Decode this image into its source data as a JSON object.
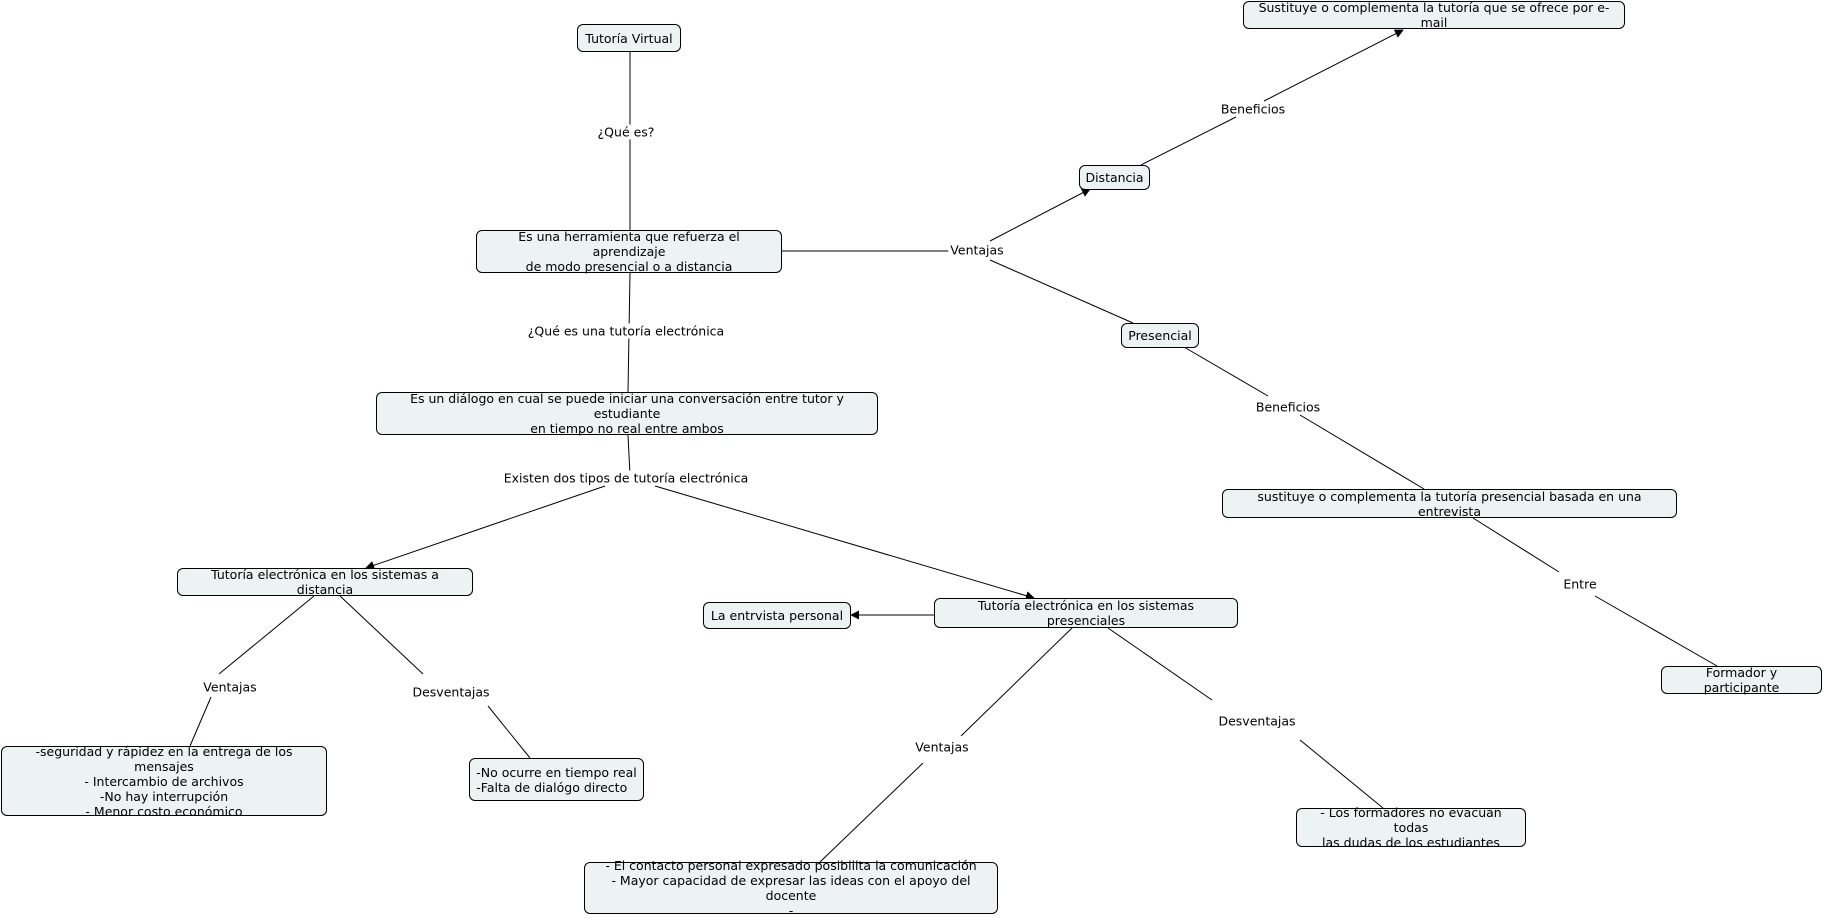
{
  "nodes": {
    "tutoria_virtual": "Tutoría Virtual",
    "herramienta": "Es una herramienta que refuerza el aprendizaje\nde modo presencial o a distancia",
    "dialogo": "Es un diálogo en cual se puede iniciar una conversación entre tutor y estudiante\nen tiempo no real entre ambos",
    "sistemas_distancia": "Tutoría electrónica en los sistemas a distancia",
    "sistemas_presenciales": "Tutoría electrónica en los sistemas presenciales",
    "entrevista_personal": "La entrvista personal",
    "ventajas_distancia": "-seguridad y rápidez en la entrega de los mensajes\n- Intercambio de archivos\n-No hay interrupción\n- Menor costo económico",
    "desventajas_distancia": "-No ocurre en tiempo real\n-Falta de dialógo directo",
    "ventajas_presencial": "- El contacto personal expresado posibilita la comunicación\n- Mayor capacidad de expresar las ideas con el apoyo del docente\n-",
    "desventajas_presencial": "- Los formadores no evacuan todas\nlas dudas de los estudiantes",
    "distancia": "Distancia",
    "presencial": "Presencial",
    "sustituye_email": "Sustituye o complementa la tutoría que se ofrece por e-mail",
    "sustituye_presencial": "sustituye o complementa la tutoría presencial basada en una entrevista",
    "formador": "Formador y participante"
  },
  "links": {
    "que_es": "¿Qué es?",
    "que_es_tutoria": "¿Qué es una tutoría electrónica",
    "existen_dos": "Existen dos tipos de tutoría electrónica",
    "ventajas_main": "Ventajas",
    "beneficios_distancia": "Beneficios",
    "beneficios_presencial": "Beneficios",
    "entre": "Entre",
    "ventajas_dist": "Ventajas",
    "desventajas_dist": "Desventajas",
    "ventajas_pres": "Ventajas",
    "desventajas_pres": "Desventajas"
  },
  "colors": {
    "node_fill": "#edf3f3",
    "line": "#000000"
  }
}
